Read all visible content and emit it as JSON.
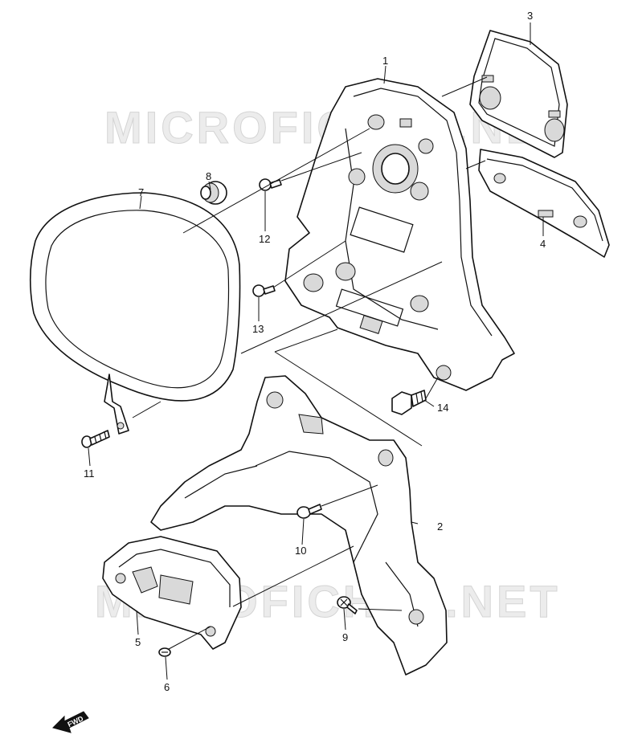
{
  "watermark": "MICROFICHES.NET",
  "fwd_label": "FWD",
  "callouts": [
    {
      "id": "1",
      "label": "1"
    },
    {
      "id": "2",
      "label": "2"
    },
    {
      "id": "3",
      "label": "3"
    },
    {
      "id": "4",
      "label": "4"
    },
    {
      "id": "5",
      "label": "5"
    },
    {
      "id": "6",
      "label": "6"
    },
    {
      "id": "7",
      "label": "7"
    },
    {
      "id": "8",
      "label": "8"
    },
    {
      "id": "9",
      "label": "9"
    },
    {
      "id": "10",
      "label": "10"
    },
    {
      "id": "11",
      "label": "11"
    },
    {
      "id": "12",
      "label": "12"
    },
    {
      "id": "13",
      "label": "13"
    },
    {
      "id": "14",
      "label": "14"
    }
  ]
}
